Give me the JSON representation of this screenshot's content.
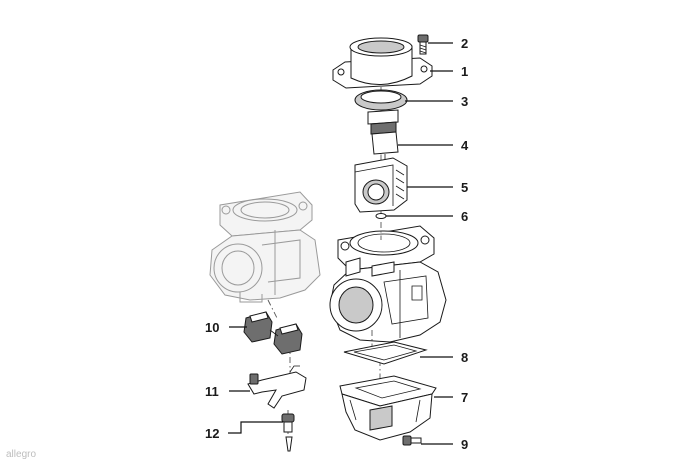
{
  "diagram": {
    "background": "#ffffff",
    "ink_color": "#1a1a1a",
    "labels": [
      "1",
      "2",
      "3",
      "4",
      "5",
      "6",
      "7",
      "8",
      "9",
      "10",
      "11",
      "12"
    ],
    "watermark": "allegro"
  }
}
